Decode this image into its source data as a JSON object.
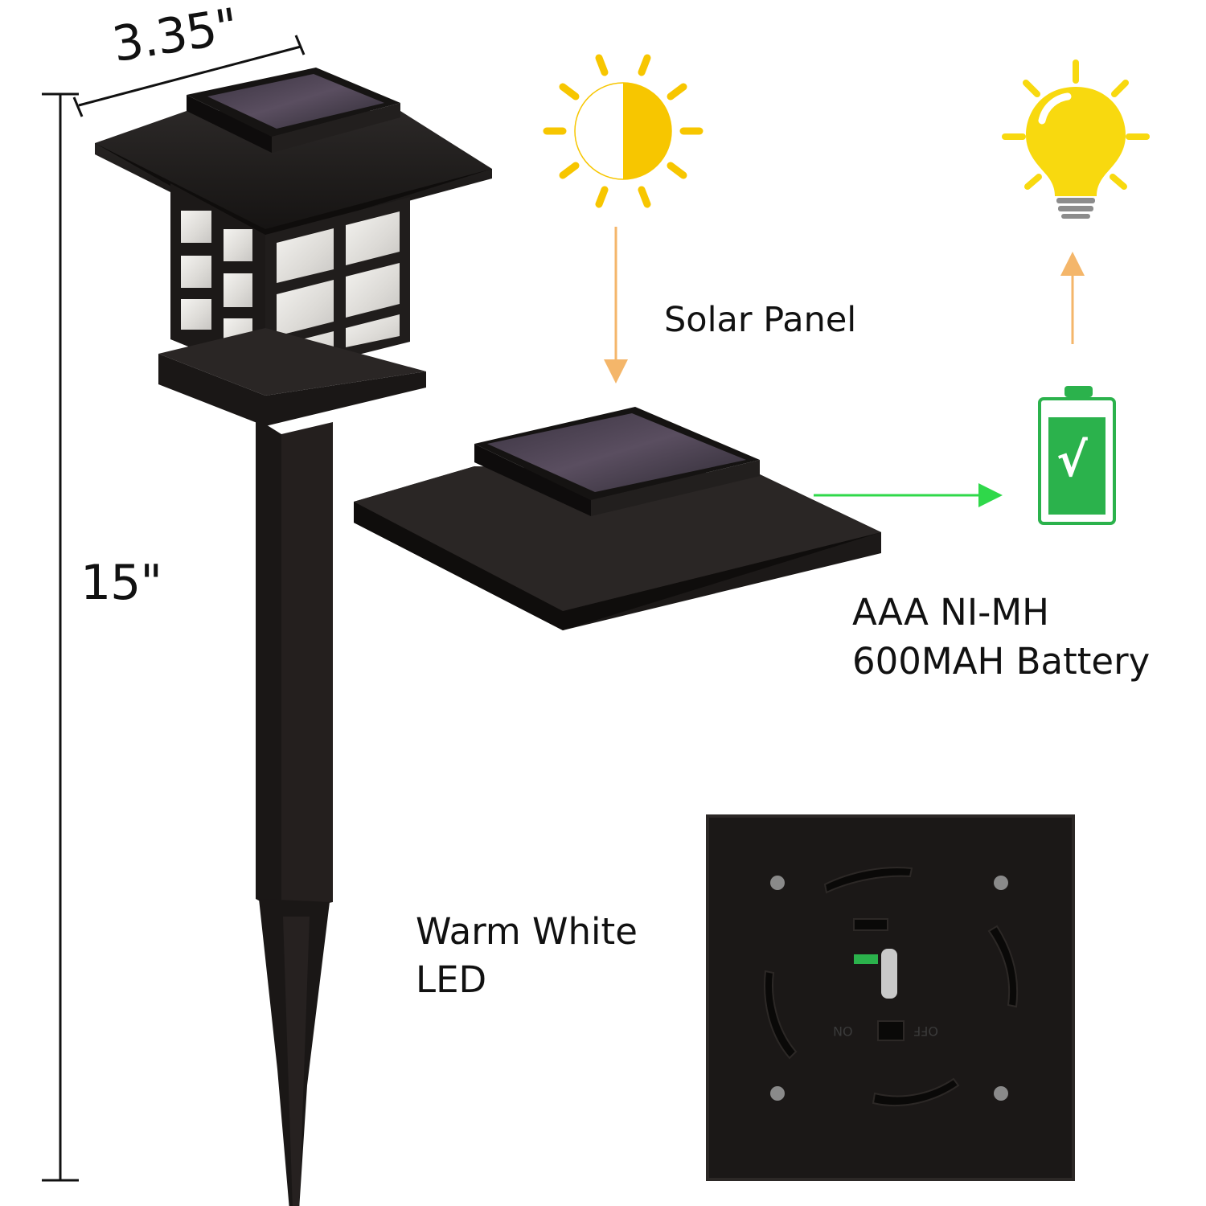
{
  "dimensions": {
    "width": "3.35\"",
    "height": "15\""
  },
  "labels": {
    "solar_panel": "Solar Panel",
    "battery_line1": "AAA NI-MH",
    "battery_line2": "600MAH Battery",
    "led_line1": "Warm White",
    "led_line2": "LED"
  },
  "switch": {
    "on": "ON",
    "off": "OFF"
  },
  "battery_check": "√",
  "icons": [
    "sun-icon",
    "light-bulb-icon",
    "battery-charged-icon"
  ],
  "colors": {
    "lamp_body": "#1e1b1a",
    "sun_yellow": "#f7c600",
    "bulb_yellow": "#f8d90f",
    "battery_green": "#2bb24c",
    "flow_arrow_orange": "#f4b66a",
    "flow_arrow_green": "#2fd84a"
  }
}
